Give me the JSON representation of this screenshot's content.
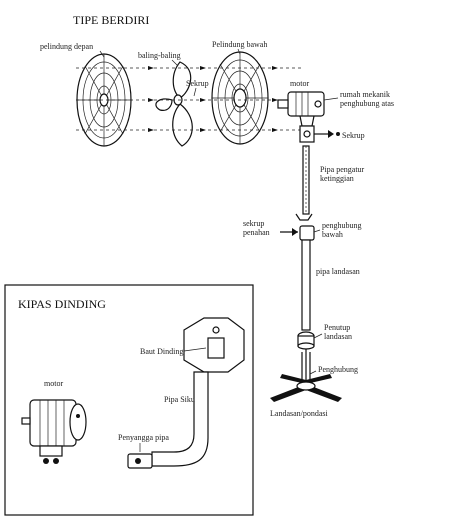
{
  "title_standing": "TIPE BERDIRI",
  "title_wall": "KIPAS DINDING",
  "labels": {
    "front_guard": "pelindung depan",
    "blade": "baling-baling",
    "rear_guard": "Pelindung bawah",
    "screw_blade": "Sekrup",
    "motor": "motor",
    "top_housing_1": "rumah mekanik",
    "top_housing_2": "penghubung atas",
    "screw_top": "Sekrup",
    "height_pipe_1": "Pipa pengatur",
    "height_pipe_2": "ketinggian",
    "lock_screw_1": "sekrup",
    "lock_screw_2": "penahan",
    "lower_connector_1": "penghubung",
    "lower_connector_2": "bawah",
    "base_pipe": "pipa landasan",
    "base_cover_1": "Penutup",
    "base_cover_2": "landasan",
    "connector": "Penghubung",
    "base": "Landasan/pondasi",
    "wall_bolt": "Baut Dinding",
    "elbow_pipe": "Pipa Siku",
    "pipe_support": "Penyangga pipa",
    "wall_motor": "motor"
  }
}
